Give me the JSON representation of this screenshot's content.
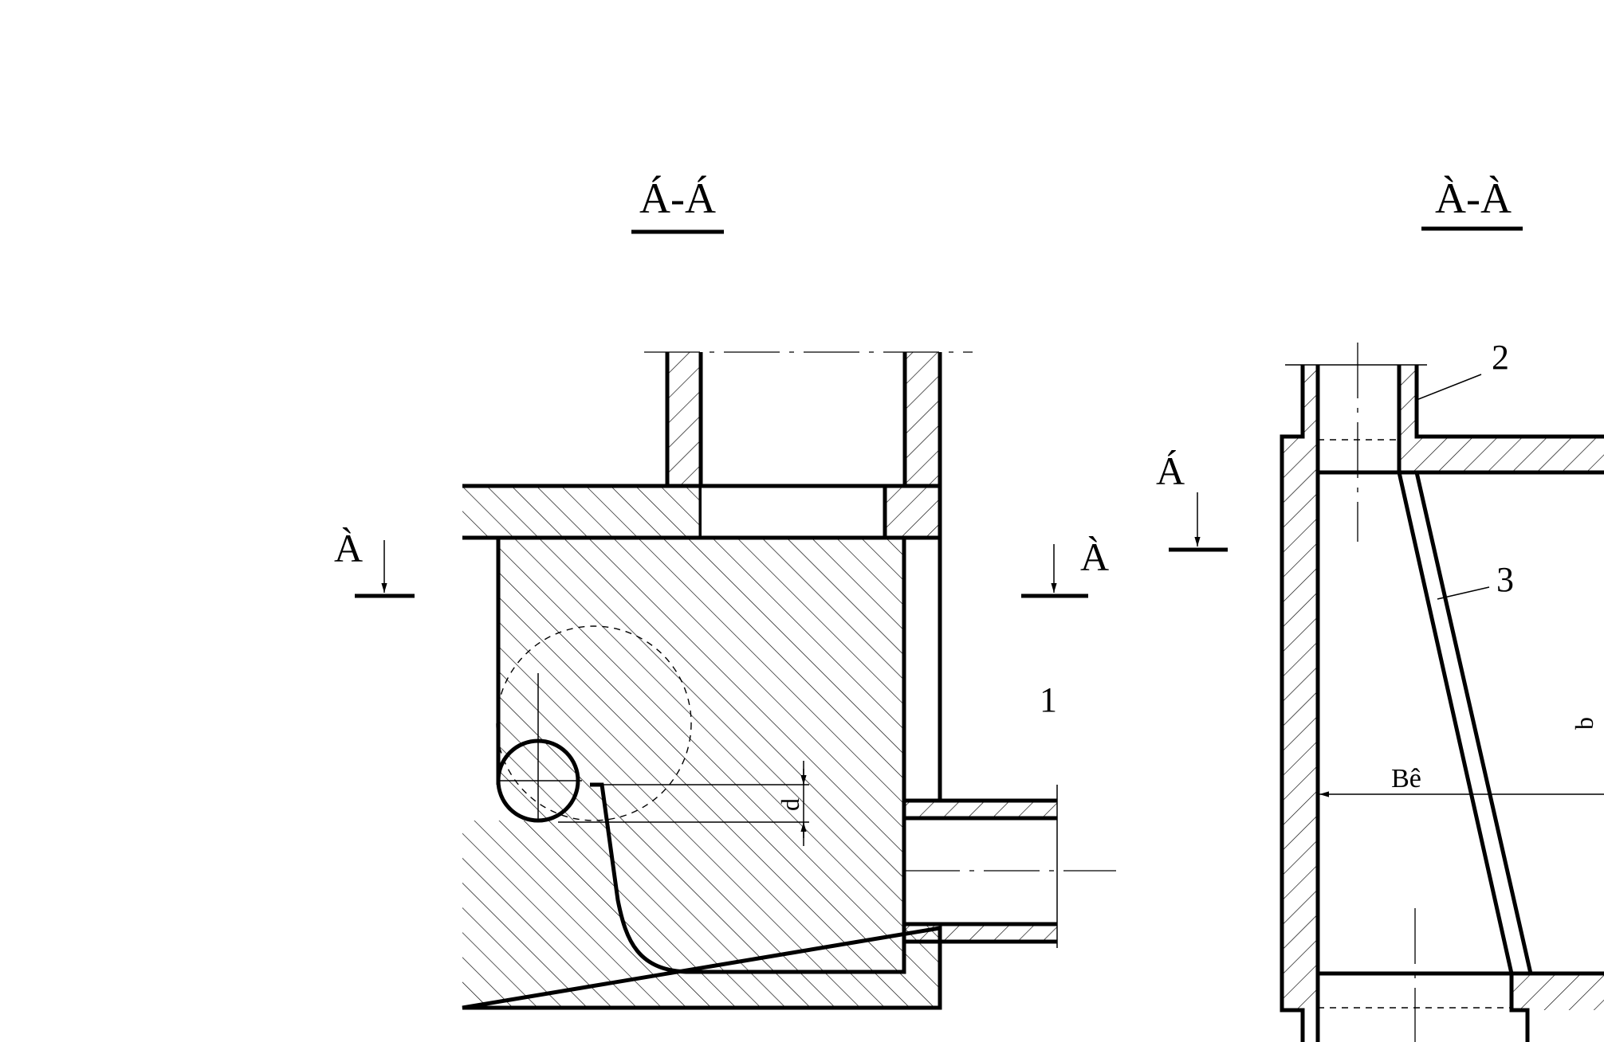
{
  "views": {
    "left_title": "Á-Á",
    "right_title": "À-À"
  },
  "section_marks": {
    "left_cut_letter": "À",
    "right_cut_letter": "À",
    "right_view_letter": "Á"
  },
  "labels": {
    "item1": "1",
    "item2": "2",
    "item3": "3",
    "dim_d": "d",
    "dim_be": "Bê",
    "dim_b": "b"
  },
  "colors": {
    "line": "#000000",
    "background": "#ffffff"
  }
}
